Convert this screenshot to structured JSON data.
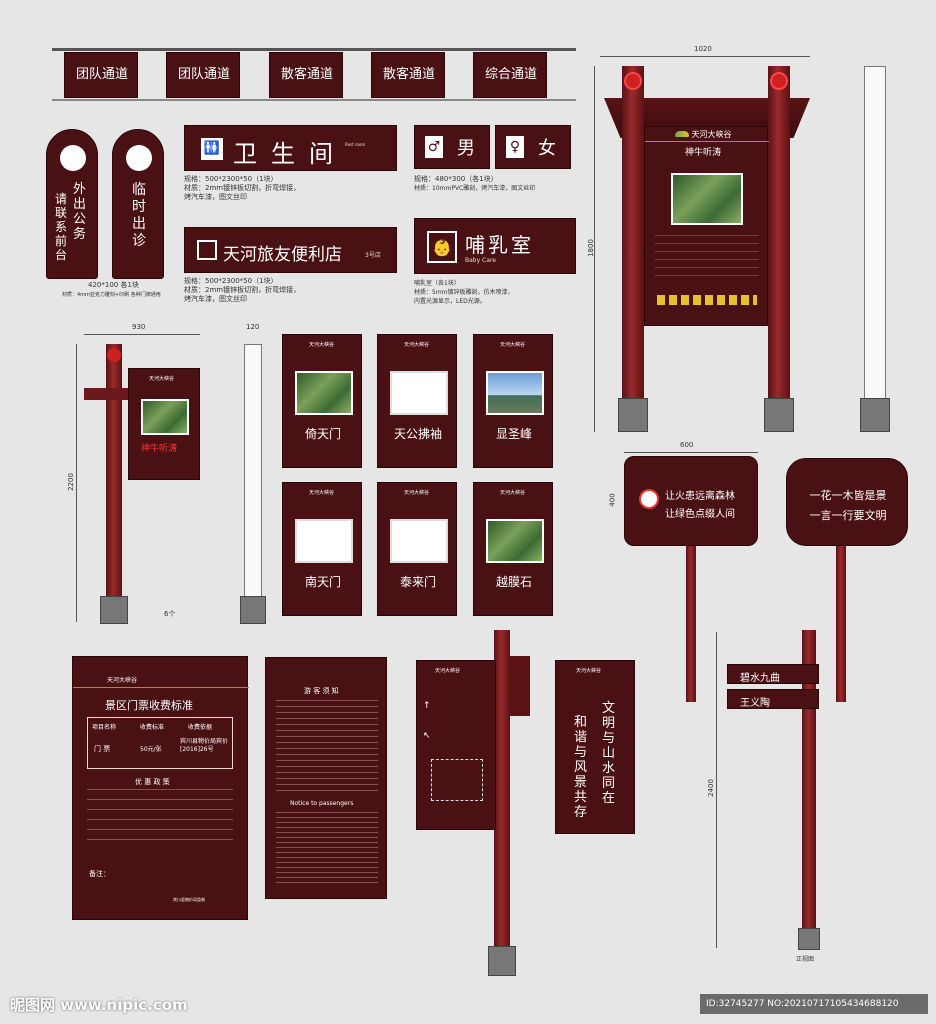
{
  "hanging": [
    "团队通道",
    "团队通道",
    "散客通道",
    "散客通道",
    "综合通道"
  ],
  "hanging_sub": "",
  "door": [
    {
      "a": "外出公务",
      "b": "请联系前台"
    },
    {
      "a": "临时出诊",
      "b": ""
    }
  ],
  "door_note1": "420*100  各1块",
  "door_note2": "材质：4mm亚克力雕刻+印刷 各种门牌通用",
  "toilet": {
    "title": "卫生间",
    "en": "Rest room",
    "spec1": "规格：500*2300*50（1块）",
    "spec2": "材质：2mm镀锌板切割，折弯焊接，",
    "spec3": "烤汽车漆，图文丝印"
  },
  "male": "男",
  "female": "女",
  "mf_spec1": "规格：480*300（各1块）",
  "mf_spec2": "材质：10mmPVC雕刻，烤汽车漆，图文丝印",
  "store": {
    "title": "天河旅友便利店",
    "no": "3号店",
    "spec1": "规格：500*2300*50（1块）",
    "spec2": "材质：2mm镀锌板切割，折弯焊接，",
    "spec3": "烤汽车漆，图文丝印"
  },
  "nursing": {
    "title": "哺乳室",
    "en": "Baby Care",
    "note1": "哺乳室（各1块）",
    "note2": "材质：5mm镀锌板雕刻，仿木喷漆，",
    "note3": "内置光源显示，LED光源。"
  },
  "brand": "天河大峡谷",
  "big": {
    "w": "1020",
    "h": "1800",
    "title": "神牛听涛"
  },
  "tall_small": {
    "w": "930",
    "h": "2200",
    "label": "神牛听涛",
    "count": "6个",
    "side_w": "120"
  },
  "spots": [
    {
      "name": "倚天门",
      "pic": "green"
    },
    {
      "name": "天公拂袖",
      "pic": "blank"
    },
    {
      "name": "显圣峰",
      "pic": "sky"
    },
    {
      "name": "南天门",
      "pic": "blank"
    },
    {
      "name": "泰来门",
      "pic": "blank"
    },
    {
      "name": "越膜石",
      "pic": "green"
    }
  ],
  "warn": {
    "w": "600",
    "h": "400",
    "l1": "让火患远离森林",
    "l2": "让绿色点缀人间"
  },
  "slogan": {
    "l1": "一花一木皆是景",
    "l2": "一言一行要文明"
  },
  "ticket": {
    "title": "景区门票收费标准",
    "h1": "项目名称",
    "h2": "收费标准",
    "h3": "收费依据",
    "c1": "门 票",
    "c2": "50元/张",
    "c3": "宾川县物价局宾价[2016]26号",
    "policy": "优 惠 政 策",
    "note": "备注：",
    "end": "宾川县物价局监制"
  },
  "notice": {
    "title": "游 客 须 知",
    "en": "Notice to passengers"
  },
  "civil": {
    "r": "文明与山水同在",
    "l": "和谐与风景共存"
  },
  "finger": {
    "a": "碧水九曲",
    "b": "王义陶",
    "h": "2400",
    "side": "正视图"
  },
  "footer": {
    "site": "昵图网 www.nipic.com",
    "id": "ID:32745277 NO:20210717105434688120"
  }
}
